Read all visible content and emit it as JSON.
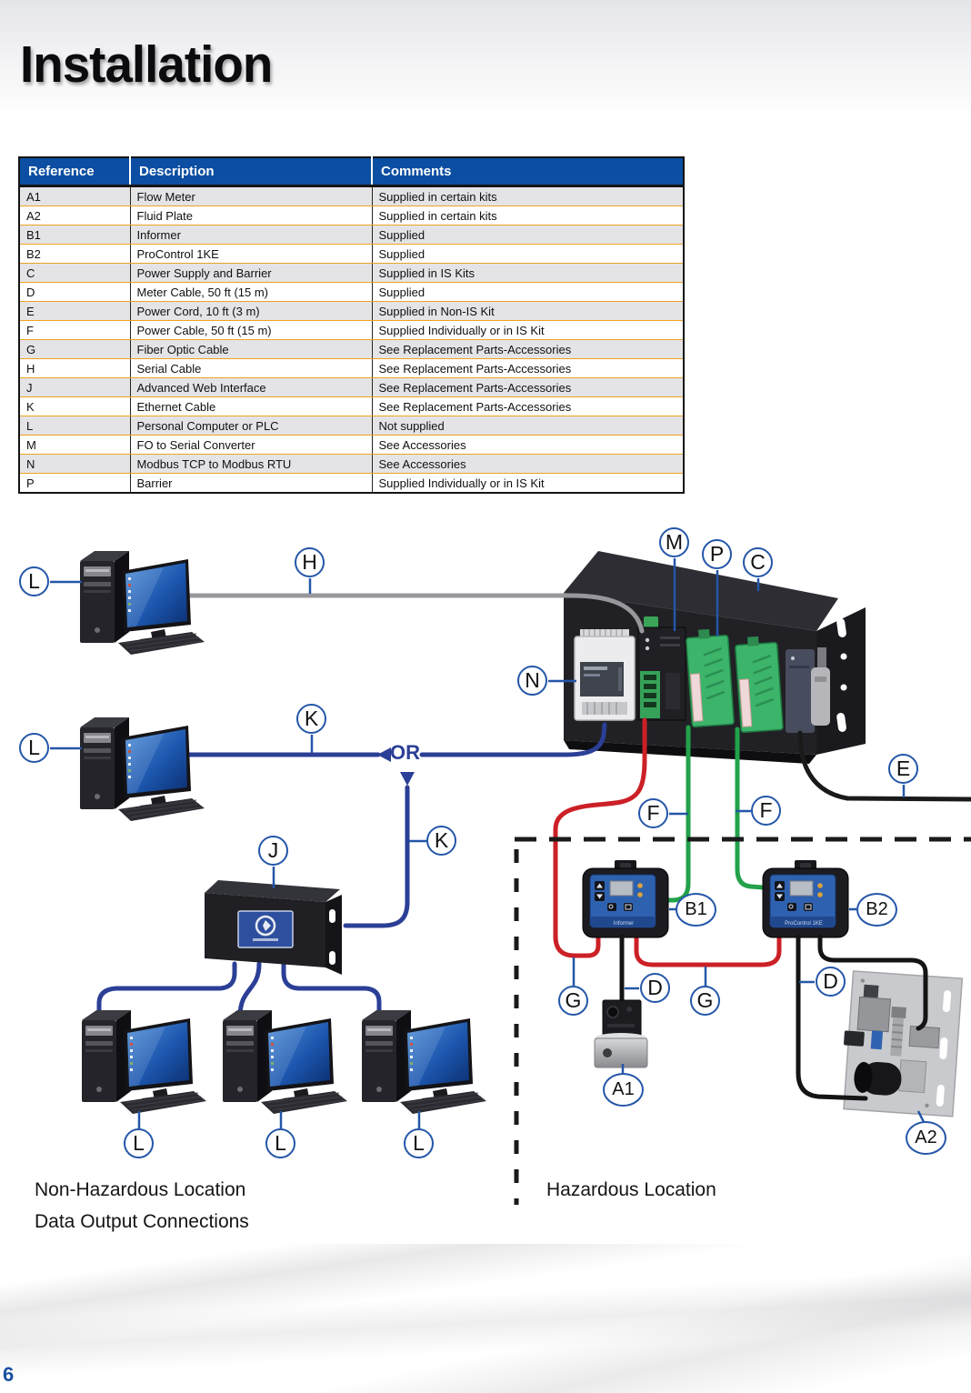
{
  "page": {
    "title": "Installation",
    "page_number": "6"
  },
  "table": {
    "headers": [
      "Reference",
      "Description",
      "Comments"
    ],
    "rows": [
      [
        "A1",
        "Flow Meter",
        "Supplied in certain kits"
      ],
      [
        "A2",
        "Fluid Plate",
        "Supplied in certain kits"
      ],
      [
        "B1",
        "Informer",
        "Supplied"
      ],
      [
        "B2",
        "ProControl 1KE",
        "Supplied"
      ],
      [
        "C",
        "Power Supply and Barrier",
        "Supplied in IS Kits"
      ],
      [
        "D",
        "Meter Cable, 50 ft (15 m)",
        "Supplied"
      ],
      [
        "E",
        "Power Cord, 10 ft (3 m)",
        "Supplied in Non-IS Kit"
      ],
      [
        "F",
        "Power Cable, 50 ft (15 m)",
        "Supplied Individually or in IS Kit"
      ],
      [
        "G",
        "Fiber Optic Cable",
        "See Replacement Parts-Accessories"
      ],
      [
        "H",
        "Serial Cable",
        "See Replacement Parts-Accessories"
      ],
      [
        "J",
        "Advanced Web Interface",
        "See Replacement Parts-Accessories"
      ],
      [
        "K",
        "Ethernet Cable",
        "See Replacement Parts-Accessories"
      ],
      [
        "L",
        "Personal Computer or PLC",
        "Not supplied"
      ],
      [
        "M",
        "FO to Serial Converter",
        "See Accessories"
      ],
      [
        "N",
        "Modbus TCP to Modbus RTU",
        "See Accessories"
      ],
      [
        "P",
        "Barrier",
        "Supplied Individually or in IS Kit"
      ]
    ]
  },
  "diagram": {
    "or_label": "OR",
    "labels": {
      "non_hazardous": "Non-Hazardous Location",
      "data_output": "Data Output Connections",
      "hazardous": "Hazardous Location"
    },
    "devices": {
      "b1_label": "Informer",
      "b2_label": "ProControl 1KE"
    },
    "callouts": [
      {
        "label": "L"
      },
      {
        "label": "H"
      },
      {
        "label": "L"
      },
      {
        "label": "K"
      },
      {
        "label": "K"
      },
      {
        "label": "J"
      },
      {
        "label": "N"
      },
      {
        "label": "M"
      },
      {
        "label": "P"
      },
      {
        "label": "C"
      },
      {
        "label": "E"
      },
      {
        "label": "F"
      },
      {
        "label": "F"
      },
      {
        "label": "B1"
      },
      {
        "label": "B2"
      },
      {
        "label": "G"
      },
      {
        "label": "D"
      },
      {
        "label": "G"
      },
      {
        "label": "D"
      },
      {
        "label": "A1"
      },
      {
        "label": "A2"
      },
      {
        "label": "L"
      },
      {
        "label": "L"
      },
      {
        "label": "L"
      }
    ],
    "colors": {
      "table_header": "#0b4ea2",
      "row_divider": "#eea321",
      "callout_stroke": "#2456a8",
      "ethernet": "#2b3f96",
      "serial": "#98989c",
      "fiber_optic": "#cc2027",
      "power_cable": "#23a14b",
      "power_cord": "#1a1a1a"
    }
  }
}
